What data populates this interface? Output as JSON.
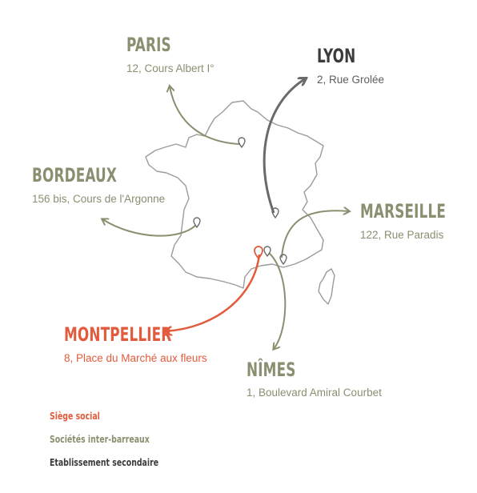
{
  "offices": {
    "paris": {
      "city": "PARIS",
      "address": "12, Cours Albert I°"
    },
    "lyon": {
      "city": "LYON",
      "address": "2, Rue Grolée"
    },
    "bordeaux": {
      "city": "BORDEAUX",
      "address": "156 bis, Cours de l'Argonne"
    },
    "marseille": {
      "city": "MARSEILLE",
      "address": "122, Rue Paradis"
    },
    "montpellier": {
      "city": "MONTPELLIER",
      "address": "8, Place du Marché aux fleurs"
    },
    "nimes": {
      "city": "NÎMES",
      "address": "1, Boulevard Amiral Courbet"
    }
  },
  "legend": {
    "siege": "Siège social",
    "inter": "Sociétés inter-barreaux",
    "secondaire": "Etablissement secondaire"
  },
  "colors": {
    "olive": "#8a8f70",
    "red": "#e35b3d",
    "dark": "#5e5e5e",
    "black": "#3b3b3b",
    "outline": "#9b9b9b"
  }
}
